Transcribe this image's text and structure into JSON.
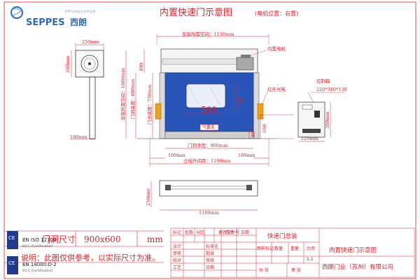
{
  "brand": {
    "logo_text": "SEPPES",
    "logo_cn": "西朗",
    "tagline": "世界500强企业供应商"
  },
  "title": {
    "main": "内置快速门示意图",
    "motor_note": "(电机位置：右置)"
  },
  "front_view": {
    "install_space_w": "安装所需空间：1130mm",
    "motor_label": "内置电机",
    "sensor_label": "红外光电",
    "width_inner": "500",
    "height_450": "450",
    "install_space_h": "安装所需空间：1060mm",
    "door_height": "门洞高度：600mm",
    "height_400": "400",
    "door_total_height": "门总高度：730mm",
    "dim_160": "160",
    "dim_80": "80",
    "door_clear_w": "门洞净宽：900mm",
    "dim_100_l": "100mm",
    "dim_100_r": "100mm",
    "column_w": "立柱外间距：1100mm",
    "bottom_tag": "气囊条"
  },
  "side_view": {
    "dim_250": "250mm",
    "dim_260": "260mm",
    "dim_100": "100mm"
  },
  "control_box": {
    "label": "控制箱",
    "size": "220*380*130",
    "dim_380": "380mm",
    "dim_220": "220mm"
  },
  "top_view": {
    "dim_250": "250mm",
    "dim_1100": "1100mm"
  },
  "spec": {
    "label_size": "门洞尺寸",
    "value": "900x600",
    "unit": "mm",
    "note": "说明：此图仅供参考，以实际尺寸为准。"
  },
  "certs": [
    {
      "code": "EN ISO 12100",
      "sub": "EU-C (Certification)"
    },
    {
      "code": "EN 14000:D-2",
      "sub": "EU-C (Certification)"
    }
  ],
  "title_block": {
    "row1": [
      "标记",
      "处数",
      "分区",
      "更改文件号",
      "签名",
      "日期"
    ],
    "design": "设计",
    "standardize": "标准化",
    "check": "审核",
    "craft": "工艺",
    "approve": "批准",
    "verify": "校对",
    "audit": "审核",
    "product_name": "快速门总装",
    "stage_mark": "图样标记",
    "qty": "数量",
    "weight": "重量",
    "scale": "比例",
    "scale_val": "1:1",
    "sheets": "共  张",
    "sheet_no": "第  张",
    "drawing_name": "内置快速门示意图",
    "company": "西朗门业（苏州）有限公司"
  },
  "colors": {
    "line": "#d8202a",
    "panel": "#2a55b8",
    "window": "#e9eef8",
    "motor": "#9a9a9a",
    "frame": "#bfbfbf",
    "amber": "#e8a21c"
  }
}
